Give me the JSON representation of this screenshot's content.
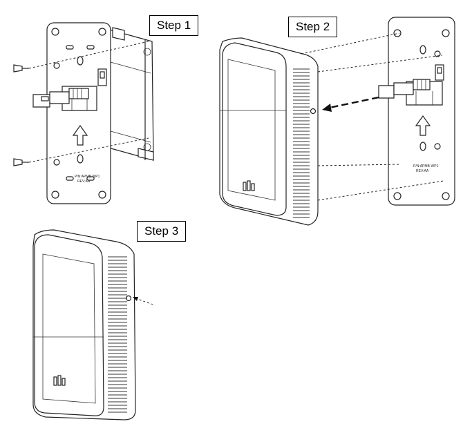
{
  "steps": [
    {
      "label": "Step 1"
    },
    {
      "label": "Step 2"
    },
    {
      "label": "Step 3"
    }
  ],
  "plate_marking": {
    "line1": "P/N:APMB-WP1",
    "line2": "REV:AA"
  }
}
